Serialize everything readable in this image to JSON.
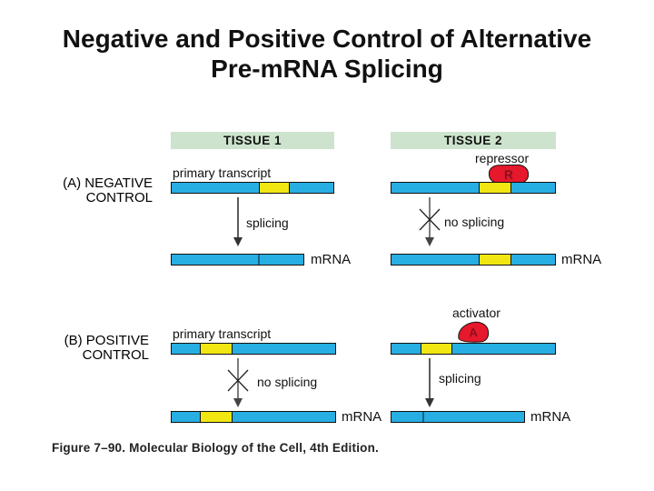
{
  "title": {
    "line1": "Negative and Positive Control of Alternative",
    "line2": "Pre-mRNA Splicing"
  },
  "columns": {
    "tissue1": "TISSUE 1",
    "tissue2": "TISSUE 2"
  },
  "sections": {
    "a": {
      "label_line1": "(A) NEGATIVE",
      "label_line2": "CONTROL",
      "primary_transcript_label": "primary transcript",
      "tissue1": {
        "process": "splicing",
        "mrna_label": "mRNA"
      },
      "tissue2": {
        "regulator": "repressor",
        "regulator_letter": "R",
        "process": "no splicing",
        "mrna_label": "mRNA"
      }
    },
    "b": {
      "label_line1": "(B) POSITIVE",
      "label_line2": "CONTROL",
      "primary_transcript_label": "primary transcript",
      "tissue1": {
        "process": "no splicing",
        "mrna_label": "mRNA"
      },
      "tissue2": {
        "regulator": "activator",
        "regulator_letter": "A",
        "process": "splicing",
        "mrna_label": "mRNA"
      }
    }
  },
  "caption": "Figure 7–90. Molecular Biology of the Cell, 4th Edition.",
  "colors": {
    "bar_blue": "#27aee3",
    "exon_yellow": "#f2e612",
    "header_green": "#cde3cd",
    "regulator_red": "#e6182b",
    "regulator_letter_color": "#8a1020",
    "text_color": "#111111"
  }
}
